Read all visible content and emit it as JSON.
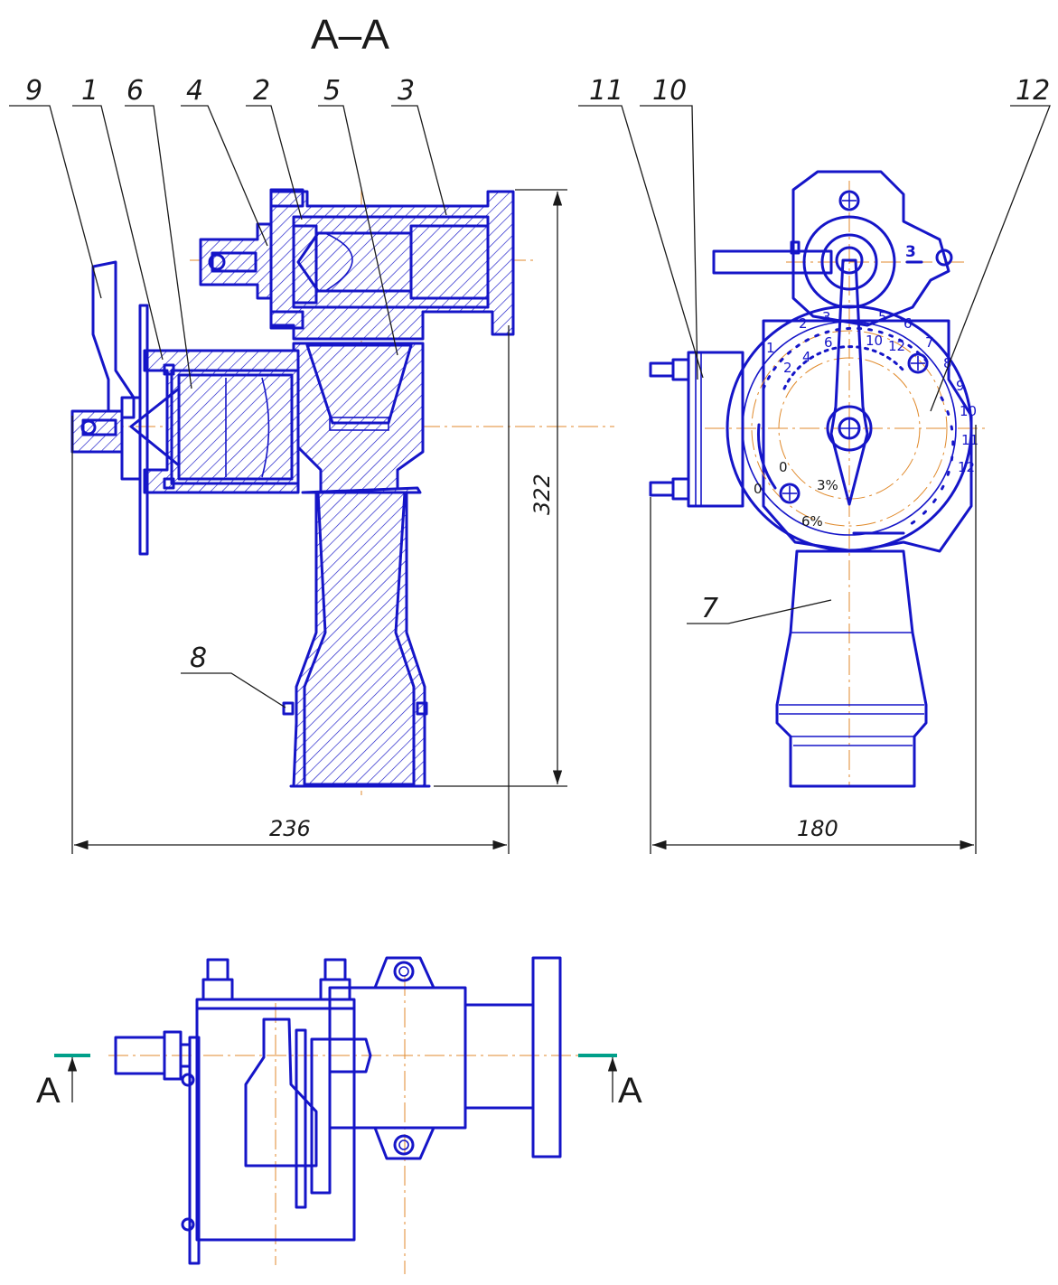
{
  "section_title": "A–A",
  "cut_marker": "A",
  "callouts": [
    "9",
    "1",
    "6",
    "4",
    "2",
    "5",
    "3",
    "11",
    "10",
    "12",
    "8",
    "7"
  ],
  "dimensions": {
    "height": "322",
    "width_left": "236",
    "width_right": "180"
  },
  "scale_outer": [
    "1",
    "2",
    "3",
    "5",
    "6",
    "7",
    "8",
    "9",
    "10",
    "11",
    "12"
  ],
  "scale_inner": [
    "2",
    "4",
    "6",
    "10",
    "12"
  ],
  "scale_zero": "0",
  "percent_labels": [
    "3%",
    "6%"
  ],
  "marker_digit": "3",
  "colors": {
    "outline": "#1515c8",
    "dimension": "#1a1a1a",
    "centerline": "#e08a2c",
    "cut_line": "#00a08a"
  }
}
